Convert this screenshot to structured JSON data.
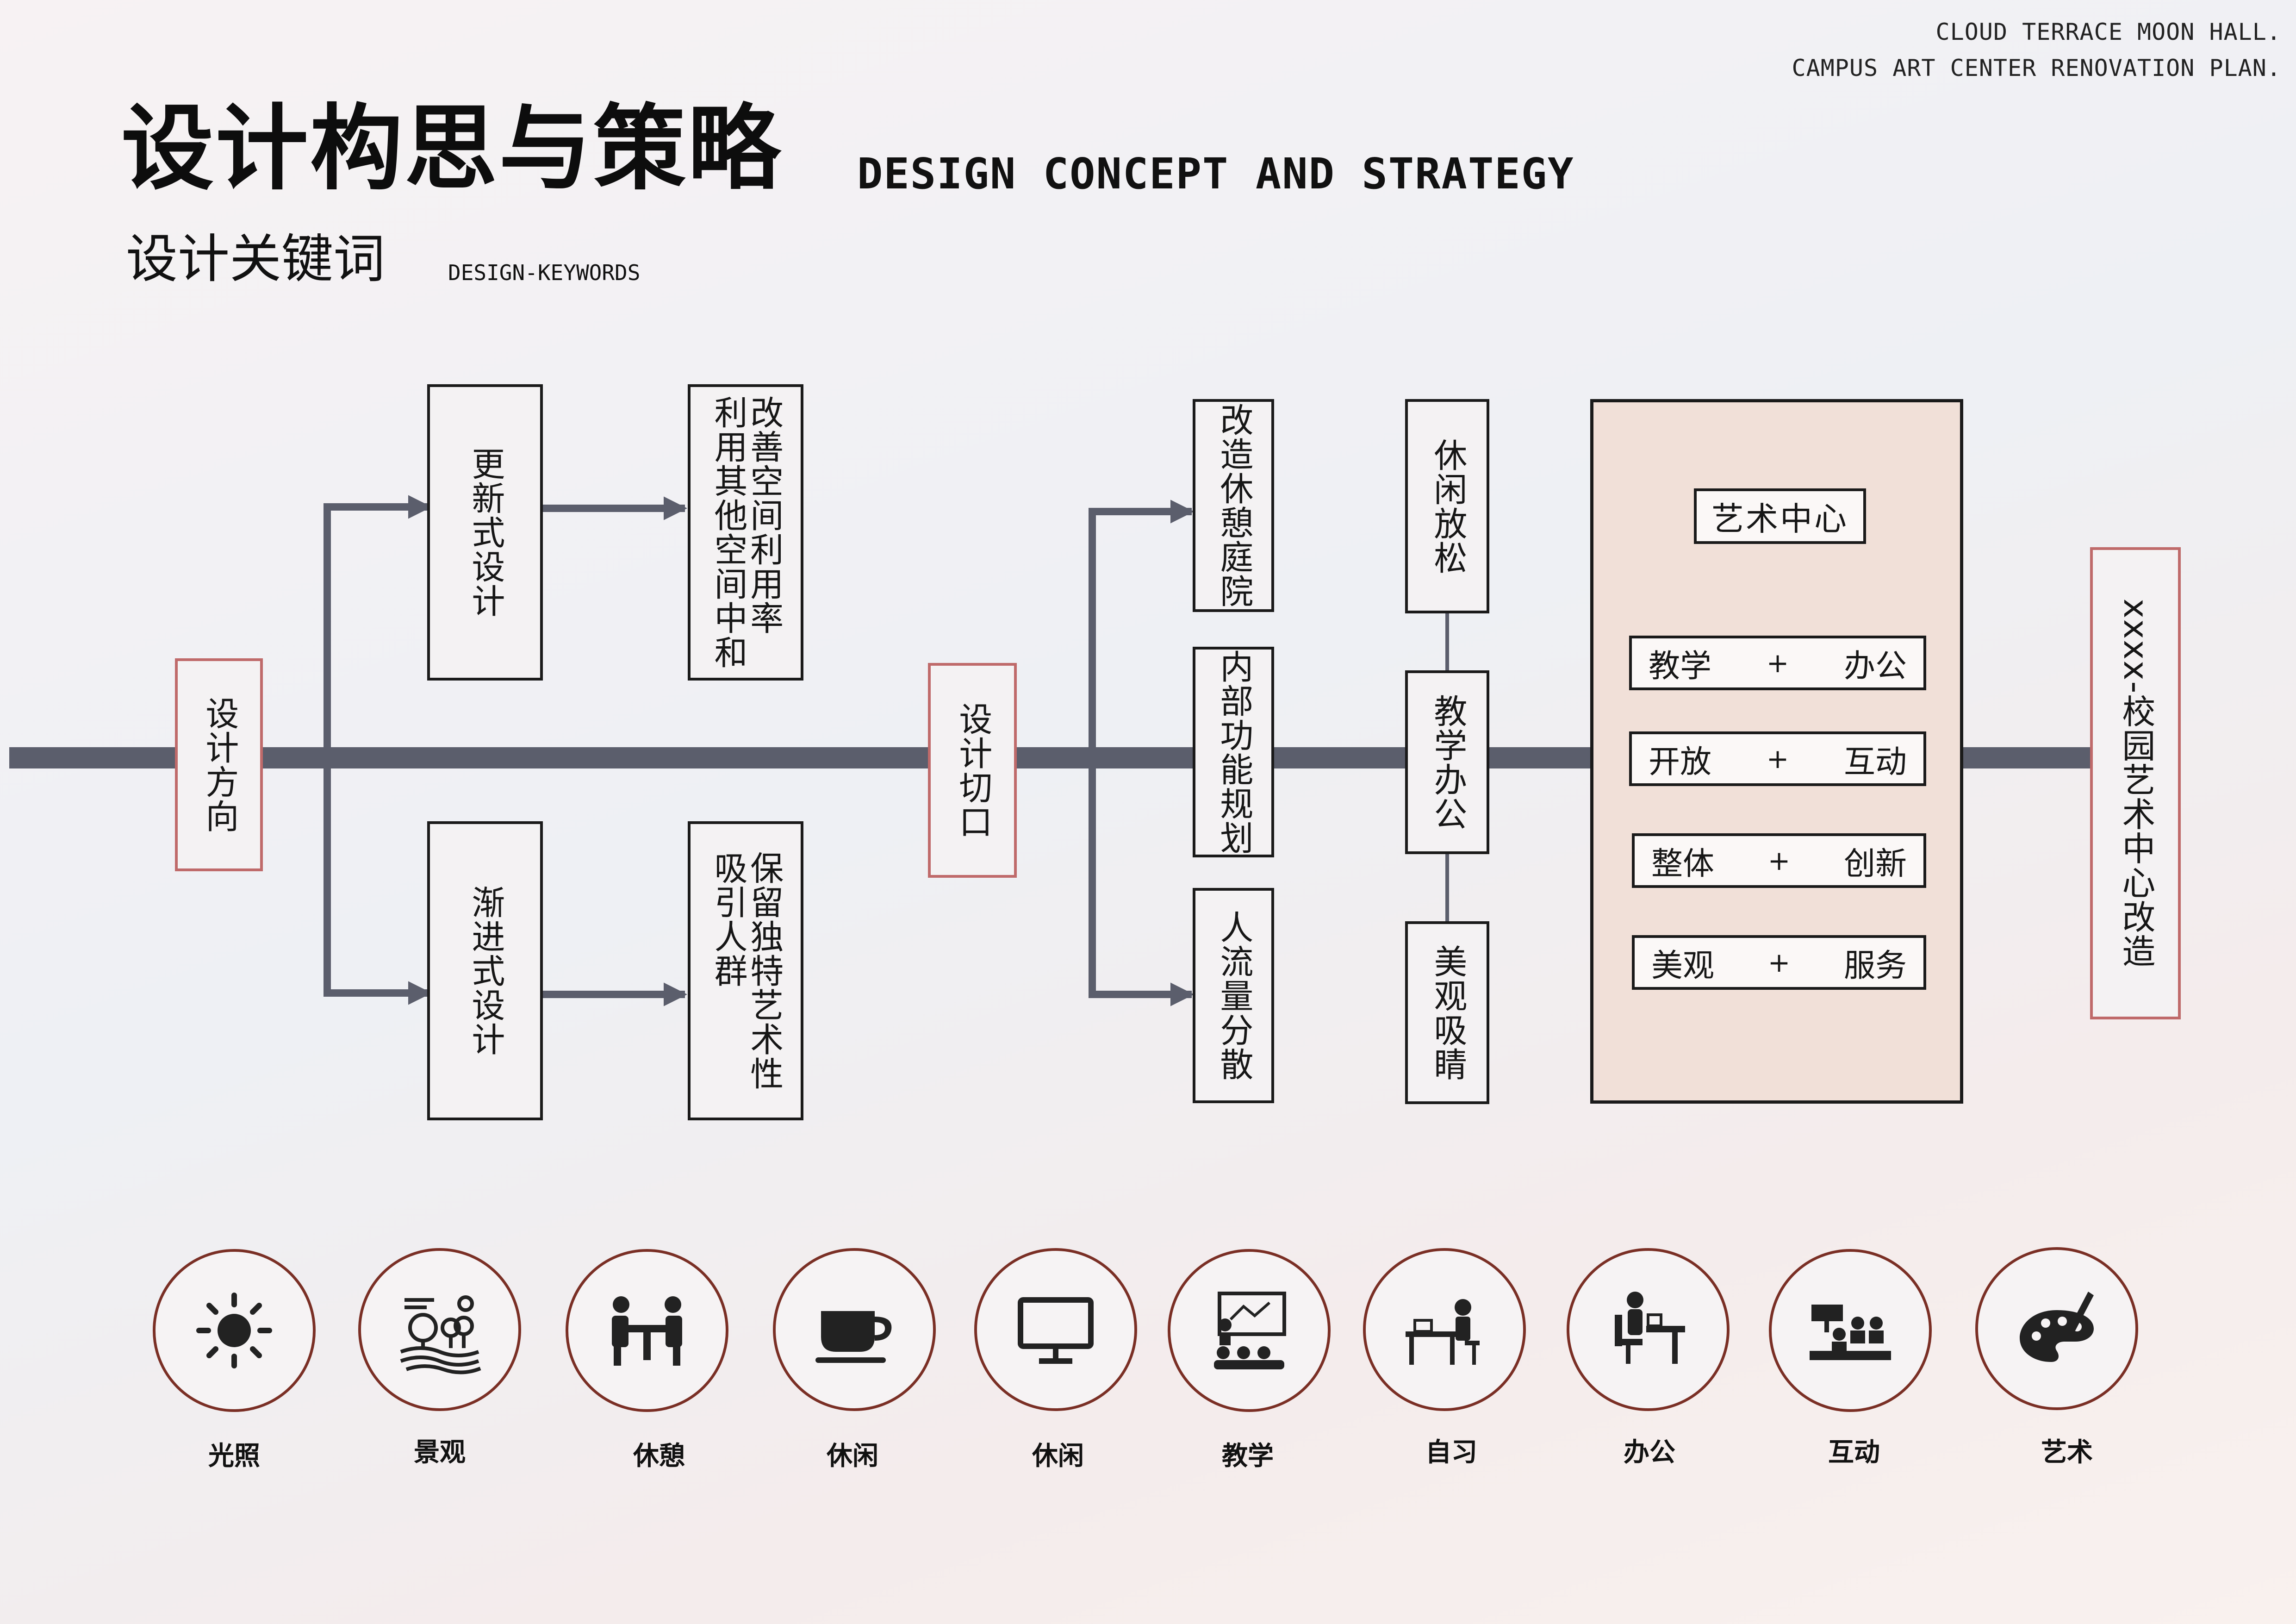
{
  "header": {
    "corner_line1": "CLOUD TERRACE MOON HALL.",
    "corner_line2": "CAMPUS ART CENTER RENOVATION PLAN.",
    "title_cn": "设计构思与策略",
    "title_en": "DESIGN CONCEPT AND STRATEGY",
    "subtitle_cn": "设计关键词",
    "subtitle_en": "DESIGN-KEYWORDS"
  },
  "diagram": {
    "start": "设计方向",
    "branch_top": "更新式设计",
    "branch_top_result": "改善空间利用率\n利用其他空间中和",
    "branch_bottom": "渐进式设计",
    "branch_bottom_result": "保留独特艺术性\n吸引人群",
    "entry": "设计切口",
    "actions": [
      "改造休憩庭院",
      "内部功能规划",
      "人流量分散"
    ],
    "functions": [
      "休闲放松",
      "教学办公",
      "美观吸睛"
    ],
    "goal": "艺术中心",
    "pairs": [
      {
        "left": "教学",
        "plus": "+",
        "right": "办公"
      },
      {
        "left": "开放",
        "plus": "+",
        "right": "互动"
      },
      {
        "left": "整体",
        "plus": "+",
        "right": "创新"
      },
      {
        "left": "美观",
        "plus": "+",
        "right": "服务"
      }
    ],
    "end": "xxxx-校园艺术中心改造"
  },
  "keywords": [
    {
      "label": "光照",
      "icon": "sun-icon"
    },
    {
      "label": "景观",
      "icon": "landscape-icon"
    },
    {
      "label": "休憩",
      "icon": "rest-table-icon"
    },
    {
      "label": "休闲",
      "icon": "coffee-cup-icon"
    },
    {
      "label": "休闲",
      "icon": "monitor-icon"
    },
    {
      "label": "教学",
      "icon": "teaching-board-icon"
    },
    {
      "label": "自习",
      "icon": "desk-study-icon"
    },
    {
      "label": "办公",
      "icon": "office-chair-icon"
    },
    {
      "label": "互动",
      "icon": "group-meeting-icon"
    },
    {
      "label": "艺术",
      "icon": "palette-icon"
    }
  ],
  "colors": {
    "line": "#5b5e6c",
    "red_border": "#bf6a6a",
    "panel_bg": "#f1e0d8",
    "icon_ring": "#7a2f25"
  }
}
